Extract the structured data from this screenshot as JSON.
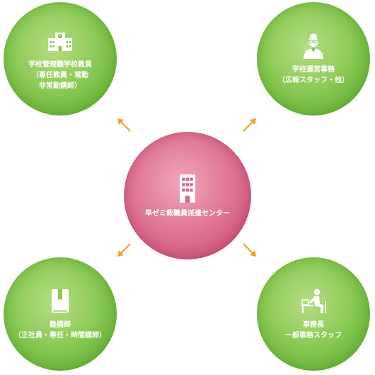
{
  "center": {
    "label": "早ゼミ教職員派遣センター",
    "icon": "office-building-icon",
    "color": "#d45c80"
  },
  "nodes": [
    {
      "key": "top_left",
      "icon": "school-building-icon",
      "lines": [
        "学校管理職学校教員",
        "（専任教員・常勤",
        "非常勤講師）"
      ]
    },
    {
      "key": "top_right",
      "icon": "staff-person-icon",
      "lines": [
        "学校運営事務",
        "（広報スタッフ・他）"
      ]
    },
    {
      "key": "bottom_left",
      "icon": "notebook-icon",
      "lines": [
        "塾講師",
        "（正社員・専任・時間講師）"
      ]
    },
    {
      "key": "bottom_right",
      "icon": "desk-worker-icon",
      "lines": [
        "事務長",
        "一般事務スタッフ"
      ]
    }
  ],
  "colors": {
    "green": "#7cc04a",
    "arrow": "#f2a12a"
  }
}
